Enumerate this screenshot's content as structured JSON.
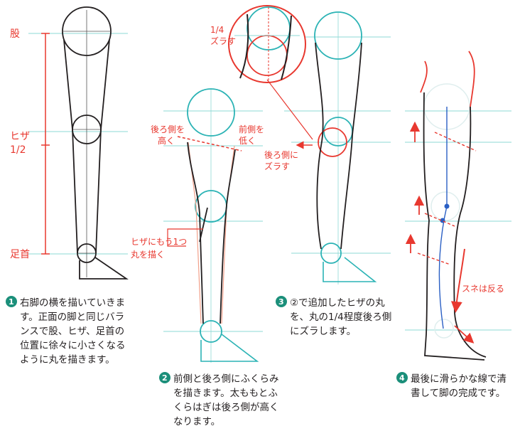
{
  "labels": {
    "thigh": "股",
    "knee": "ヒザ",
    "half": "1/2",
    "ankle": "足首",
    "back_high_1": "後ろ側を",
    "back_high_2": "高く",
    "front_low_1": "前側を",
    "front_low_2": "低く",
    "shift_top_1": "1/4",
    "shift_top_2": "ズラす",
    "shift_back_1": "後ろ側に",
    "shift_back_2": "ズラす",
    "knee_extra_1": "ヒザにもう1つ",
    "knee_extra_2": "丸を描く",
    "shin": "スネは反る"
  },
  "steps": [
    {
      "num": "1",
      "lines": [
        "右脚の横を描いていきま",
        "す。正面の脚と同じバラ",
        "ンスで股、ヒザ、足首の",
        "位置に徐々に小さくなる",
        "ように丸を描きます。"
      ]
    },
    {
      "num": "2",
      "lines": [
        "前側と後ろ側にふくらみ",
        "を描きます。太ももとふ",
        "くらはぎは後ろ側が高く",
        "なります。"
      ]
    },
    {
      "num": "3",
      "lines": [
        "②で追加したヒザの丸",
        "を、丸の1/4程度後ろ側",
        "にズラします。"
      ]
    },
    {
      "num": "4",
      "lines": [
        "最後に滑らかな線で清",
        "書して脚の完成です。"
      ]
    }
  ],
  "colors": {
    "accent_red": "#e8382f",
    "guide_cyan": "#2bb3b5",
    "spine_blue": "#2a5fc4",
    "ink": "#231f20",
    "badge_green": "#1b8f7a"
  }
}
